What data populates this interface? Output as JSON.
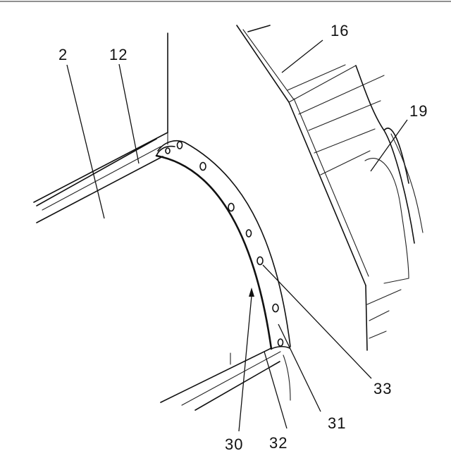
{
  "figure": {
    "background": "#ffffff",
    "line_color": "#111111",
    "reference_numerals": {
      "n2": "2",
      "n12": "12",
      "n16": "16",
      "n19": "19",
      "n30": "30",
      "n31": "31",
      "n32": "32",
      "n33": "33"
    },
    "hole_count": 8
  }
}
